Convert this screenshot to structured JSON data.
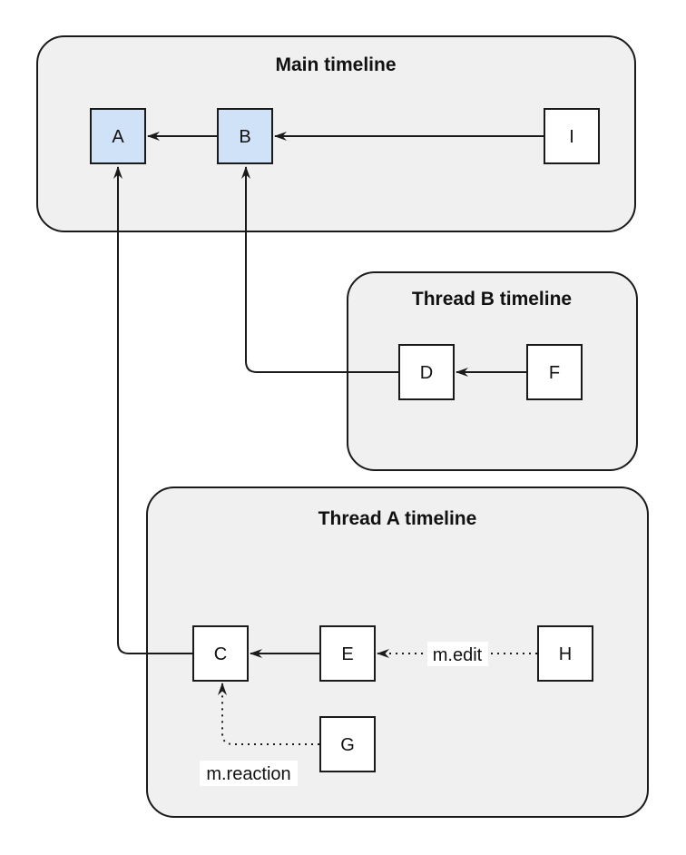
{
  "diagram": {
    "containers": [
      {
        "id": "main",
        "title": "Main timeline",
        "nodes": [
          "A",
          "B",
          "I"
        ]
      },
      {
        "id": "thread-b",
        "title": "Thread B timeline",
        "nodes": [
          "D",
          "F"
        ]
      },
      {
        "id": "thread-a",
        "title": "Thread A timeline",
        "nodes": [
          "C",
          "E",
          "H",
          "G"
        ]
      }
    ],
    "nodes": [
      {
        "id": "A",
        "label": "A",
        "highlighted": true
      },
      {
        "id": "B",
        "label": "B",
        "highlighted": true
      },
      {
        "id": "I",
        "label": "I",
        "highlighted": false
      },
      {
        "id": "D",
        "label": "D",
        "highlighted": false
      },
      {
        "id": "F",
        "label": "F",
        "highlighted": false
      },
      {
        "id": "C",
        "label": "C",
        "highlighted": false
      },
      {
        "id": "E",
        "label": "E",
        "highlighted": false
      },
      {
        "id": "H",
        "label": "H",
        "highlighted": false
      },
      {
        "id": "G",
        "label": "G",
        "highlighted": false
      }
    ],
    "edges": [
      {
        "from": "B",
        "to": "A",
        "style": "solid"
      },
      {
        "from": "I",
        "to": "B",
        "style": "solid"
      },
      {
        "from": "F",
        "to": "D",
        "style": "solid"
      },
      {
        "from": "D",
        "to": "B",
        "style": "solid"
      },
      {
        "from": "E",
        "to": "C",
        "style": "solid"
      },
      {
        "from": "H",
        "to": "E",
        "style": "dotted",
        "label": "m.edit"
      },
      {
        "from": "C",
        "to": "A",
        "style": "solid"
      },
      {
        "from": "G",
        "to": "C",
        "style": "dotted",
        "label": "m.reaction"
      }
    ],
    "colors": {
      "container_fill": "#f0f0f0",
      "container_stroke": "#1a1a1a",
      "node_blue": "#cfe2f7",
      "node_white": "#ffffff",
      "node_stroke": "#1a1a1a",
      "edge_color": "#1a1a1a",
      "text_color": "#111111",
      "label_bg": "#ffffff"
    }
  }
}
